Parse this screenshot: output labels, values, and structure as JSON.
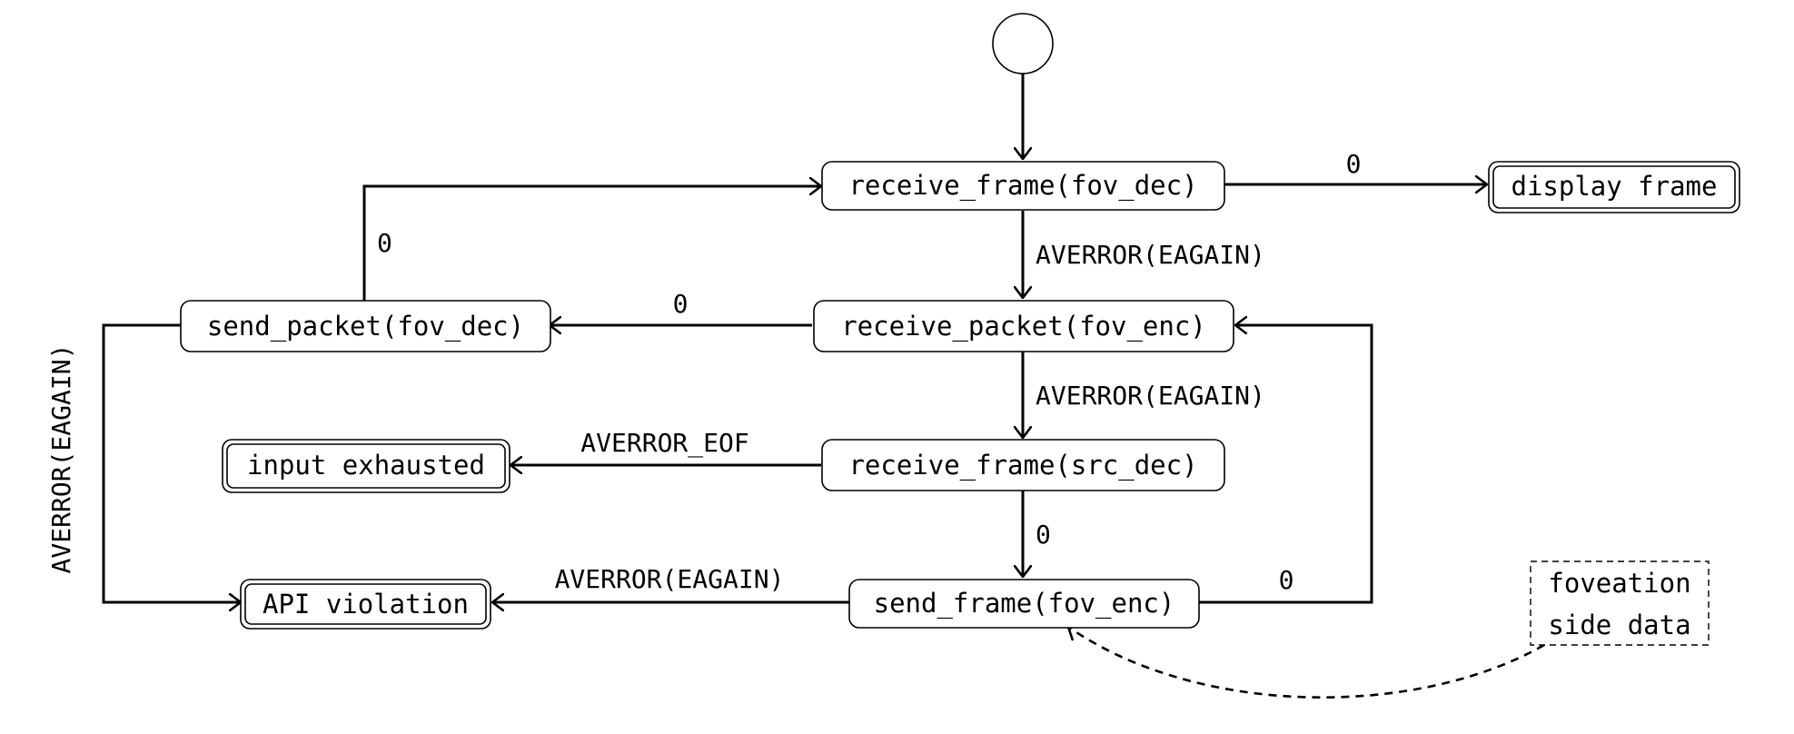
{
  "nodes": {
    "receive_frame_fov_dec": "receive_frame(fov_dec)",
    "display_frame": "display frame",
    "send_packet_fov_dec": "send_packet(fov_dec)",
    "receive_packet_fov_enc": "receive_packet(fov_enc)",
    "input_exhausted": "input exhausted",
    "receive_frame_src_dec": "receive_frame(src_dec)",
    "api_violation": "API violation",
    "send_frame_fov_enc": "send_frame(fov_enc)",
    "foveation_side_data_line1": "foveation",
    "foveation_side_data_line2": "side data"
  },
  "edges": {
    "rfdec_to_display": "0",
    "rfdec_to_rpenc": "AVERROR(EAGAIN)",
    "spdec_to_rfdec": "0",
    "rpenc_to_spdec": "0",
    "spdec_to_api": "AVERROR(EAGAIN)",
    "rpenc_to_rfsrc": "AVERROR(EAGAIN)",
    "rfsrc_to_input": "AVERROR_EOF",
    "rfsrc_to_sfenc": "0",
    "sfenc_to_api": "AVERROR(EAGAIN)",
    "sfenc_to_rpenc": "0"
  }
}
